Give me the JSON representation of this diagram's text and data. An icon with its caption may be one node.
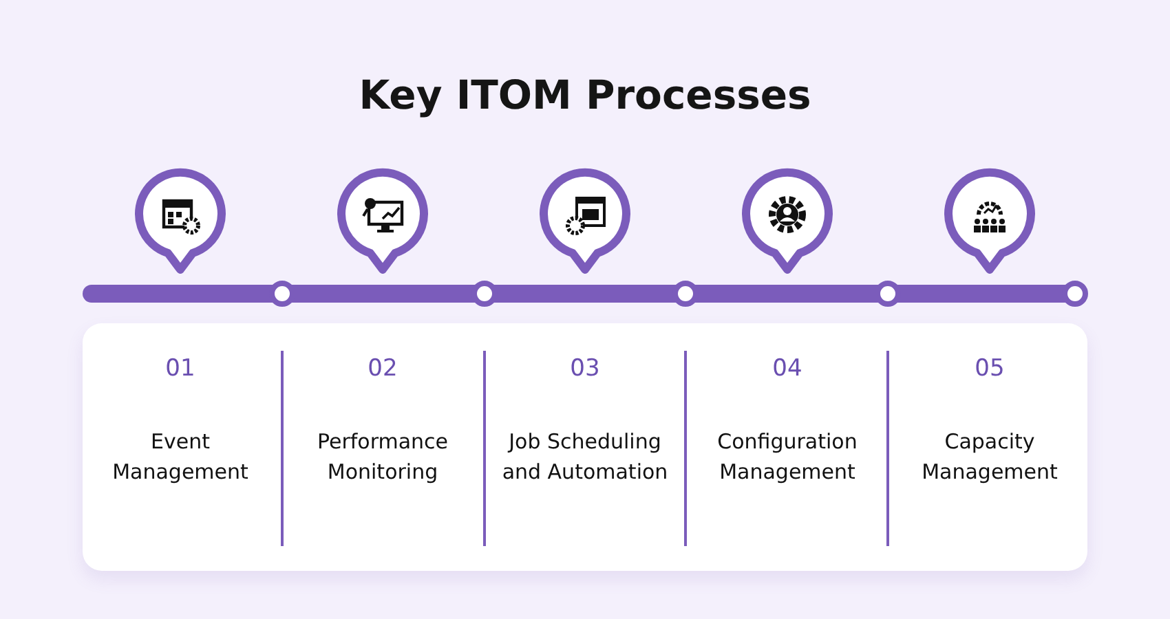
{
  "diagram": {
    "title": "Key ITOM Processes",
    "labels": [
      "01",
      "Event Management",
      "02",
      "Performance Monitoring",
      "03",
      "Job Scheduling and Automation",
      "04",
      "Configuration Management",
      "05",
      "Capacity Management"
    ]
  }
}
